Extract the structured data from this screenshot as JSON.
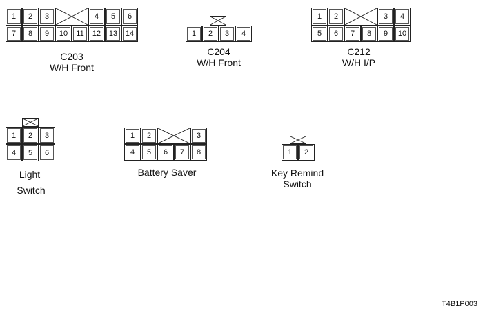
{
  "connectors": [
    {
      "id": "c203",
      "name": "C203",
      "description": "W/H Front",
      "rows": [
        [
          "1",
          "2",
          "3",
          null,
          null,
          "4",
          "5",
          "6"
        ],
        [
          "7",
          "8",
          "9",
          "10",
          "11",
          "12",
          "13",
          "14"
        ]
      ]
    },
    {
      "id": "c204",
      "name": "C204",
      "description": "W/H Front",
      "rows": [
        [
          "1",
          "2",
          "3",
          "4"
        ]
      ]
    },
    {
      "id": "c212",
      "name": "C212",
      "description": "W/H I/P",
      "rows": [
        [
          "1",
          "2",
          null,
          null,
          "3",
          "4"
        ],
        [
          "5",
          "6",
          "7",
          "8",
          "9",
          "10"
        ]
      ]
    },
    {
      "id": "light-switch",
      "name": "Light",
      "description": "Switch",
      "rows": [
        [
          "1",
          "2",
          "3"
        ],
        [
          "4",
          "5",
          "6"
        ]
      ]
    },
    {
      "id": "battery-saver",
      "name": "Battery Saver",
      "description": "",
      "rows": [
        [
          "1",
          "2",
          null,
          null,
          "3"
        ],
        [
          "4",
          "5",
          "6",
          "7",
          "8"
        ]
      ]
    },
    {
      "id": "key-remind-switch",
      "name": "Key Remind",
      "description": "Switch",
      "rows": [
        [
          "1",
          "2"
        ]
      ]
    }
  ],
  "figure_code": "T4B1P003"
}
